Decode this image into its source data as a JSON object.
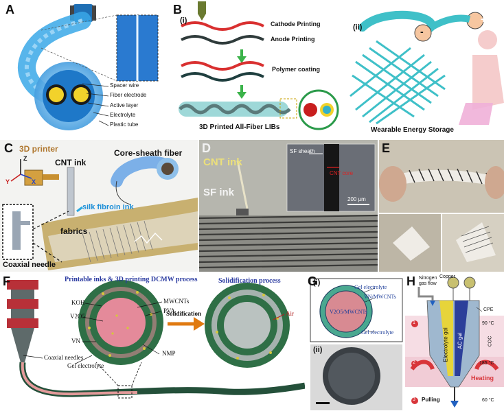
{
  "panels": {
    "A": {
      "label": "A",
      "callouts": [
        "Spacer wire",
        "Fiber electrode",
        "Active layer",
        "Electrolyte",
        "Plastic tube"
      ]
    },
    "B": {
      "label": "B",
      "sub_i": "(i)",
      "sub_ii": "(ii)",
      "cathode": "Cathode Printing",
      "anode": "Anode Printing",
      "polymer": "Polymer coating",
      "caption_left": "3D Printed All-Fiber LIBs",
      "caption_right": "Wearable Energy Storage",
      "plus": "+",
      "minus": "-"
    },
    "C": {
      "label": "C",
      "printer": "3D printer",
      "axis_z": "Z",
      "axis_y": "Y",
      "axis_x": "X",
      "cnt_ink": "CNT ink",
      "core_sheath": "Core-sheath fiber",
      "silk_ink": "silk fibroin ink",
      "fabrics": "fabrics",
      "needle": "Coaxial needle"
    },
    "D": {
      "label": "D",
      "cnt_ink": "CNT ink",
      "sf_ink": "SF ink",
      "sf_sheath": "SF sheath",
      "cnt_core": "CNT core",
      "scale": "200 μm"
    },
    "E": {
      "label": "E"
    },
    "F": {
      "label": "F",
      "title_left": "Printable inks & 3D printing DCMW process",
      "title_right": "Solidification process",
      "koh": "KOH",
      "mwcnts": "MWCNTs",
      "pva": "PVA",
      "v2o5": "V2O5",
      "nmp": "NMP",
      "vn": "VN",
      "gel": "Gel electrolyte",
      "needles": "Coaxial needles",
      "solidification": "Solidification",
      "air": "Air"
    },
    "G": {
      "label": "G",
      "sub_i": "(i)",
      "sub_ii": "(ii)",
      "gel_top": "Gel electrolyte",
      "vn_mwcnts": "VN/MWCNTs",
      "core": "V2O5/MWCNTs",
      "gel_bottom": "Gel electrolyte"
    },
    "H": {
      "label": "H",
      "nitrogen": "Nitrogen gas flow",
      "copper": "Copper",
      "cpe": "CPE",
      "coc": "COC",
      "electrolyte_gel": "Electrolyte gel",
      "ac_gel": "AC gel",
      "t1": "90 °C",
      "t2": "185 °C",
      "t3": "60 °C",
      "heating": "Heating",
      "pulling": "Pulling",
      "step1": "1",
      "step2": "2",
      "step3": "3"
    }
  },
  "colors": {
    "fiber_blue": "#3aa8e8",
    "cathode_red": "#d93030",
    "anode_dark": "#2f3b3b",
    "mesh_teal": "#3fc0c8",
    "green_ring": "#2f7d4a",
    "pink_core": "#e48a9a",
    "print_red": "#b8323a",
    "gel_yellow": "#e7d43a"
  }
}
